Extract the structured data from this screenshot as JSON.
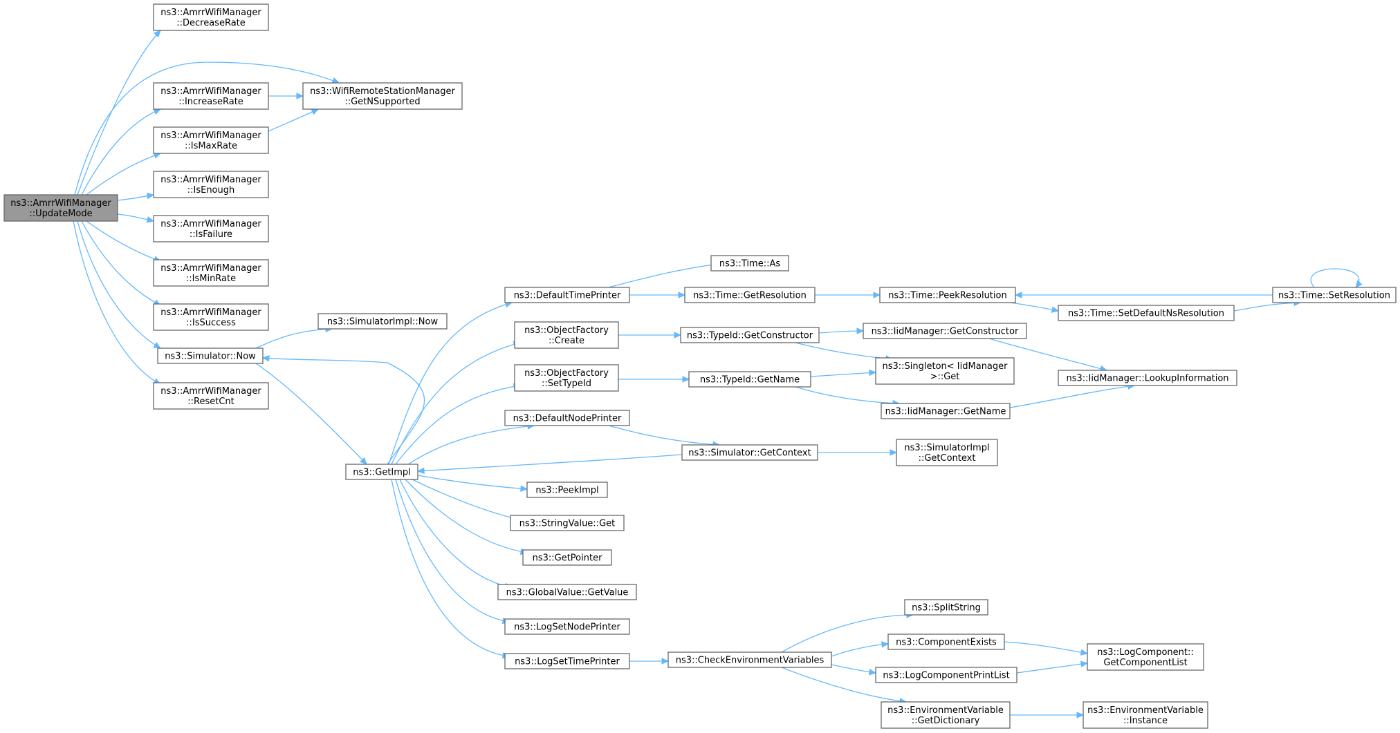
{
  "graph": {
    "nodes": [
      {
        "id": "updatemode",
        "lines": [
          "ns3::AmrrWifiManager",
          "::UpdateMode"
        ],
        "highlighted": true
      },
      {
        "id": "decreaserate",
        "lines": [
          "ns3::AmrrWifiManager",
          "::DecreaseRate"
        ]
      },
      {
        "id": "increaserate",
        "lines": [
          "ns3::AmrrWifiManager",
          "::IncreaseRate"
        ]
      },
      {
        "id": "ismaxrate",
        "lines": [
          "ns3::AmrrWifiManager",
          "::IsMaxRate"
        ]
      },
      {
        "id": "isenough",
        "lines": [
          "ns3::AmrrWifiManager",
          "::IsEnough"
        ]
      },
      {
        "id": "isfailure",
        "lines": [
          "ns3::AmrrWifiManager",
          "::IsFailure"
        ]
      },
      {
        "id": "isminrate",
        "lines": [
          "ns3::AmrrWifiManager",
          "::IsMinRate"
        ]
      },
      {
        "id": "issuccess",
        "lines": [
          "ns3::AmrrWifiManager",
          "::IsSuccess"
        ]
      },
      {
        "id": "simnow",
        "lines": [
          "ns3::Simulator::Now"
        ]
      },
      {
        "id": "resetcnt",
        "lines": [
          "ns3::AmrrWifiManager",
          "::ResetCnt"
        ]
      },
      {
        "id": "getnsupported",
        "lines": [
          "ns3::WifiRemoteStationManager",
          "::GetNSupported"
        ]
      },
      {
        "id": "simimplnow",
        "lines": [
          "ns3::SimulatorImpl::Now"
        ]
      },
      {
        "id": "getimpl",
        "lines": [
          "ns3::GetImpl"
        ]
      },
      {
        "id": "defaulttimeprinter",
        "lines": [
          "ns3::DefaultTimePrinter"
        ]
      },
      {
        "id": "ofcreate",
        "lines": [
          "ns3::ObjectFactory",
          "::Create"
        ]
      },
      {
        "id": "ofsettypeid",
        "lines": [
          "ns3::ObjectFactory",
          "::SetTypeId"
        ]
      },
      {
        "id": "defaultnodeprinter",
        "lines": [
          "ns3::DefaultNodePrinter"
        ]
      },
      {
        "id": "peekimpl",
        "lines": [
          "ns3::PeekImpl"
        ]
      },
      {
        "id": "stringvalueget",
        "lines": [
          "ns3::StringValue::Get"
        ]
      },
      {
        "id": "getpointer",
        "lines": [
          "ns3::GetPointer"
        ]
      },
      {
        "id": "globalvaluegetvalue",
        "lines": [
          "ns3::GlobalValue::GetValue"
        ]
      },
      {
        "id": "logsetnodeprinter",
        "lines": [
          "ns3::LogSetNodePrinter"
        ]
      },
      {
        "id": "logsettimeprinter",
        "lines": [
          "ns3::LogSetTimePrinter"
        ]
      },
      {
        "id": "timeas",
        "lines": [
          "ns3::Time::As"
        ]
      },
      {
        "id": "timegetresolution",
        "lines": [
          "ns3::Time::GetResolution"
        ]
      },
      {
        "id": "typeidgetconstructor",
        "lines": [
          "ns3::TypeId::GetConstructor"
        ]
      },
      {
        "id": "typeidgetname",
        "lines": [
          "ns3::TypeId::GetName"
        ]
      },
      {
        "id": "simgetcontext",
        "lines": [
          "ns3::Simulator::GetContext"
        ]
      },
      {
        "id": "checkenv",
        "lines": [
          "ns3::CheckEnvironmentVariables"
        ]
      },
      {
        "id": "timepeekresolution",
        "lines": [
          "ns3::Time::PeekResolution"
        ]
      },
      {
        "id": "iidgetconstructor",
        "lines": [
          "ns3::IidManager::GetConstructor"
        ]
      },
      {
        "id": "singletonget",
        "lines": [
          "ns3::Singleton< IidManager",
          ">::Get"
        ]
      },
      {
        "id": "iidgetname",
        "lines": [
          "ns3::IidManager::GetName"
        ]
      },
      {
        "id": "simimplgetcontext",
        "lines": [
          "ns3::SimulatorImpl",
          "::GetContext"
        ]
      },
      {
        "id": "splitstring",
        "lines": [
          "ns3::SplitString"
        ]
      },
      {
        "id": "componentexists",
        "lines": [
          "ns3::ComponentExists"
        ]
      },
      {
        "id": "logcomponentprintlist",
        "lines": [
          "ns3::LogComponentPrintList"
        ]
      },
      {
        "id": "envgetdictionary",
        "lines": [
          "ns3::EnvironmentVariable",
          "::GetDictionary"
        ]
      },
      {
        "id": "timesetdefaultns",
        "lines": [
          "ns3::Time::SetDefaultNsResolution"
        ]
      },
      {
        "id": "iidlookupinformation",
        "lines": [
          "ns3::IidManager::LookupInformation"
        ]
      },
      {
        "id": "logcompgetcomponentlist",
        "lines": [
          "ns3::LogComponent::",
          "GetComponentList"
        ]
      },
      {
        "id": "envinstance",
        "lines": [
          "ns3::EnvironmentVariable",
          "::Instance"
        ]
      },
      {
        "id": "timesetresolution",
        "lines": [
          "ns3::Time::SetResolution"
        ]
      }
    ],
    "edges": [
      {
        "from": "updatemode",
        "to": "decreaserate"
      },
      {
        "from": "updatemode",
        "to": "getnsupported"
      },
      {
        "from": "updatemode",
        "to": "increaserate"
      },
      {
        "from": "updatemode",
        "to": "ismaxrate"
      },
      {
        "from": "updatemode",
        "to": "isenough"
      },
      {
        "from": "updatemode",
        "to": "isfailure"
      },
      {
        "from": "updatemode",
        "to": "isminrate"
      },
      {
        "from": "updatemode",
        "to": "issuccess"
      },
      {
        "from": "updatemode",
        "to": "simnow"
      },
      {
        "from": "updatemode",
        "to": "resetcnt"
      },
      {
        "from": "increaserate",
        "to": "getnsupported"
      },
      {
        "from": "ismaxrate",
        "to": "getnsupported"
      },
      {
        "from": "simnow",
        "to": "simimplnow"
      },
      {
        "from": "simnow",
        "to": "getimpl"
      },
      {
        "from": "getimpl",
        "to": "simnow"
      },
      {
        "from": "getimpl",
        "to": "defaulttimeprinter"
      },
      {
        "from": "getimpl",
        "to": "ofcreate"
      },
      {
        "from": "getimpl",
        "to": "ofsettypeid"
      },
      {
        "from": "getimpl",
        "to": "defaultnodeprinter"
      },
      {
        "from": "getimpl",
        "to": "peekimpl"
      },
      {
        "from": "getimpl",
        "to": "stringvalueget"
      },
      {
        "from": "getimpl",
        "to": "getpointer"
      },
      {
        "from": "getimpl",
        "to": "globalvaluegetvalue"
      },
      {
        "from": "getimpl",
        "to": "logsetnodeprinter"
      },
      {
        "from": "getimpl",
        "to": "logsettimeprinter"
      },
      {
        "from": "defaulttimeprinter",
        "to": "timeas"
      },
      {
        "from": "defaulttimeprinter",
        "to": "timegetresolution"
      },
      {
        "from": "ofcreate",
        "to": "typeidgetconstructor"
      },
      {
        "from": "ofsettypeid",
        "to": "typeidgetname"
      },
      {
        "from": "defaultnodeprinter",
        "to": "simgetcontext"
      },
      {
        "from": "simgetcontext",
        "to": "getimpl"
      },
      {
        "from": "simgetcontext",
        "to": "simimplgetcontext"
      },
      {
        "from": "logsettimeprinter",
        "to": "checkenv"
      },
      {
        "from": "timegetresolution",
        "to": "timepeekresolution"
      },
      {
        "from": "typeidgetconstructor",
        "to": "iidgetconstructor"
      },
      {
        "from": "typeidgetconstructor",
        "to": "singletonget"
      },
      {
        "from": "typeidgetname",
        "to": "singletonget"
      },
      {
        "from": "typeidgetname",
        "to": "iidgetname"
      },
      {
        "from": "iidgetconstructor",
        "to": "iidlookupinformation"
      },
      {
        "from": "iidgetname",
        "to": "iidlookupinformation"
      },
      {
        "from": "timepeekresolution",
        "to": "timesetdefaultns"
      },
      {
        "from": "timesetdefaultns",
        "to": "timesetresolution"
      },
      {
        "from": "timesetresolution",
        "to": "timepeekresolution"
      },
      {
        "from": "timesetresolution",
        "to": "timesetresolution"
      },
      {
        "from": "checkenv",
        "to": "splitstring"
      },
      {
        "from": "checkenv",
        "to": "componentexists"
      },
      {
        "from": "checkenv",
        "to": "logcomponentprintlist"
      },
      {
        "from": "checkenv",
        "to": "envgetdictionary"
      },
      {
        "from": "componentexists",
        "to": "logcompgetcomponentlist"
      },
      {
        "from": "logcomponentprintlist",
        "to": "logcompgetcomponentlist"
      },
      {
        "from": "envgetdictionary",
        "to": "envinstance"
      }
    ]
  }
}
